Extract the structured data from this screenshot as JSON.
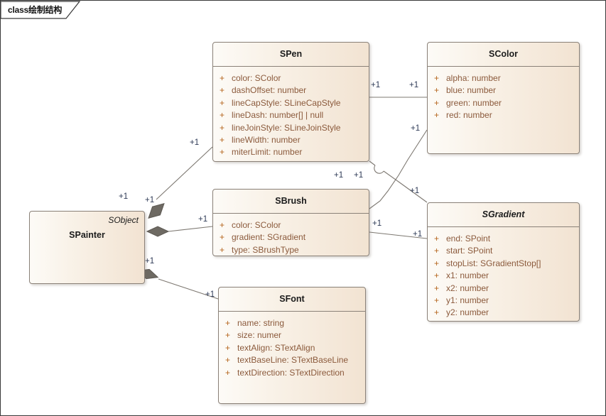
{
  "frame": {
    "label": "class绘制结构"
  },
  "classes": [
    {
      "key": "spen",
      "name": "SPen",
      "abstract": false,
      "attributes": [
        {
          "visibility": "+",
          "text": "color: SColor"
        },
        {
          "visibility": "+",
          "text": "dashOffset: number"
        },
        {
          "visibility": "+",
          "text": "lineCapStyle: SLineCapStyle"
        },
        {
          "visibility": "+",
          "text": "lineDash: number[] | null"
        },
        {
          "visibility": "+",
          "text": "lineJoinStyle: SLineJoinStyle"
        },
        {
          "visibility": "+",
          "text": "lineWidth: number"
        },
        {
          "visibility": "+",
          "text": "miterLimit: number"
        }
      ]
    },
    {
      "key": "scolor",
      "name": "SColor",
      "abstract": false,
      "attributes": [
        {
          "visibility": "+",
          "text": "alpha: number"
        },
        {
          "visibility": "+",
          "text": "blue: number"
        },
        {
          "visibility": "+",
          "text": "green: number"
        },
        {
          "visibility": "+",
          "text": "red: number"
        }
      ]
    },
    {
      "key": "sbrush",
      "name": "SBrush",
      "abstract": false,
      "attributes": [
        {
          "visibility": "+",
          "text": "color: SColor"
        },
        {
          "visibility": "+",
          "text": "gradient: SGradient"
        },
        {
          "visibility": "+",
          "text": "type: SBrushType"
        }
      ]
    },
    {
      "key": "sgradient",
      "name": "SGradient",
      "abstract": true,
      "attributes": [
        {
          "visibility": "+",
          "text": "end: SPoint"
        },
        {
          "visibility": "+",
          "text": "start: SPoint"
        },
        {
          "visibility": "+",
          "text": "stopList: SGradientStop[]"
        },
        {
          "visibility": "+",
          "text": "x1: number"
        },
        {
          "visibility": "+",
          "text": "x2: number"
        },
        {
          "visibility": "+",
          "text": "y1: number"
        },
        {
          "visibility": "+",
          "text": "y2: number"
        }
      ]
    },
    {
      "key": "sfont",
      "name": "SFont",
      "abstract": false,
      "attributes": [
        {
          "visibility": "+",
          "text": "name: string"
        },
        {
          "visibility": "+",
          "text": "size: numer"
        },
        {
          "visibility": "+",
          "text": "textAlign: STextAlign"
        },
        {
          "visibility": "+",
          "text": "textBaseLine: STextBaseLine"
        },
        {
          "visibility": "+",
          "text": "textDirection: STextDirection"
        }
      ]
    },
    {
      "key": "spainter",
      "name": "SPainter",
      "stereotype": "SObject",
      "abstract": false,
      "attributes": []
    }
  ],
  "multiplicities": [
    {
      "key": "spainter-spen-source",
      "label": "+1"
    },
    {
      "key": "spen-target",
      "label": "+1"
    },
    {
      "key": "spen-scolor-source",
      "label": "+1"
    },
    {
      "key": "scolor-target-top",
      "label": "+1"
    },
    {
      "key": "scolor-target-bottom",
      "label": "+1"
    },
    {
      "key": "sbrush-scolor-source",
      "label": "+1"
    },
    {
      "key": "spainter-sbrush-source",
      "label": "+1"
    },
    {
      "key": "sbrush-target",
      "label": "+1"
    },
    {
      "key": "sbrush-sgradient-source",
      "label": "+1"
    },
    {
      "key": "sgradient-target",
      "label": "+1"
    },
    {
      "key": "spainter-sfont-source",
      "label": "+1"
    },
    {
      "key": "sfont-target",
      "label": "+1"
    }
  ],
  "colors": {
    "box_border": "#8a8178",
    "box_fill_light": "#fdfbf7",
    "box_fill_dark": "#f2e3d2",
    "attribute_text": "#8b5a3c",
    "visibility_marker": "#b5651d",
    "connector": "#7d7871",
    "diamond_fill": "#6e6a63",
    "multiplicity_text": "#2e3a56",
    "title_text": "#1c1c1c",
    "canvas_background": "#ffffff",
    "frame_border": "#3a3a3a"
  }
}
